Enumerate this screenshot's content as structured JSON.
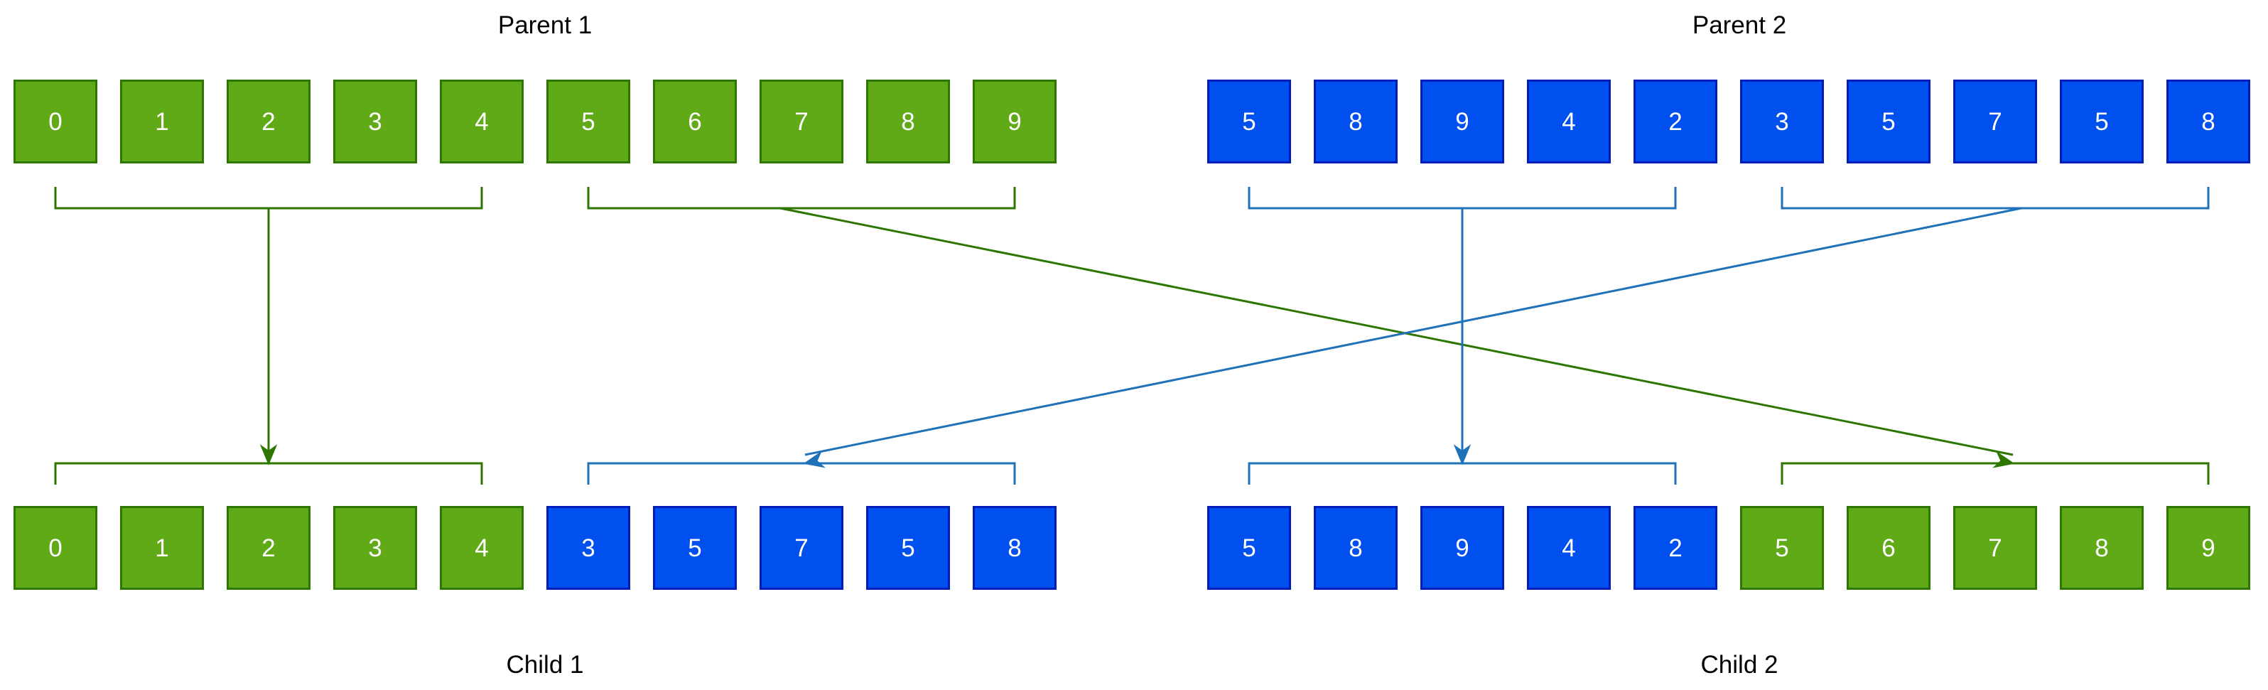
{
  "labels": {
    "parent1": "Parent 1",
    "parent2": "Parent 2",
    "child1": "Child 1",
    "child2": "Child 2"
  },
  "colors": {
    "parent1_fill": "#60a917",
    "parent1_stroke": "#2d7600",
    "parent2_fill": "#0050ef",
    "parent2_stroke": "#001dbc",
    "green_connector": "#2d7600",
    "blue_connector": "#1f72b8"
  },
  "parent1": {
    "genes": [
      {
        "value": "0",
        "origin": "parent1"
      },
      {
        "value": "1",
        "origin": "parent1"
      },
      {
        "value": "2",
        "origin": "parent1"
      },
      {
        "value": "3",
        "origin": "parent1"
      },
      {
        "value": "4",
        "origin": "parent1"
      },
      {
        "value": "5",
        "origin": "parent1"
      },
      {
        "value": "6",
        "origin": "parent1"
      },
      {
        "value": "7",
        "origin": "parent1"
      },
      {
        "value": "8",
        "origin": "parent1"
      },
      {
        "value": "9",
        "origin": "parent1"
      }
    ]
  },
  "parent2": {
    "genes": [
      {
        "value": "5",
        "origin": "parent2"
      },
      {
        "value": "8",
        "origin": "parent2"
      },
      {
        "value": "9",
        "origin": "parent2"
      },
      {
        "value": "4",
        "origin": "parent2"
      },
      {
        "value": "2",
        "origin": "parent2"
      },
      {
        "value": "3",
        "origin": "parent2"
      },
      {
        "value": "5",
        "origin": "parent2"
      },
      {
        "value": "7",
        "origin": "parent2"
      },
      {
        "value": "5",
        "origin": "parent2"
      },
      {
        "value": "8",
        "origin": "parent2"
      }
    ]
  },
  "child1": {
    "genes": [
      {
        "value": "0",
        "origin": "parent1"
      },
      {
        "value": "1",
        "origin": "parent1"
      },
      {
        "value": "2",
        "origin": "parent1"
      },
      {
        "value": "3",
        "origin": "parent1"
      },
      {
        "value": "4",
        "origin": "parent1"
      },
      {
        "value": "3",
        "origin": "parent2"
      },
      {
        "value": "5",
        "origin": "parent2"
      },
      {
        "value": "7",
        "origin": "parent2"
      },
      {
        "value": "5",
        "origin": "parent2"
      },
      {
        "value": "8",
        "origin": "parent2"
      }
    ]
  },
  "child2": {
    "genes": [
      {
        "value": "5",
        "origin": "parent2"
      },
      {
        "value": "8",
        "origin": "parent2"
      },
      {
        "value": "9",
        "origin": "parent2"
      },
      {
        "value": "4",
        "origin": "parent2"
      },
      {
        "value": "2",
        "origin": "parent2"
      },
      {
        "value": "5",
        "origin": "parent1"
      },
      {
        "value": "6",
        "origin": "parent1"
      },
      {
        "value": "7",
        "origin": "parent1"
      },
      {
        "value": "8",
        "origin": "parent1"
      },
      {
        "value": "9",
        "origin": "parent1"
      }
    ]
  },
  "flows": [
    {
      "from": "parent1",
      "from_half": "first",
      "to": "child1",
      "to_half": "first"
    },
    {
      "from": "parent1",
      "from_half": "second",
      "to": "child2",
      "to_half": "second"
    },
    {
      "from": "parent2",
      "from_half": "first",
      "to": "child2",
      "to_half": "first"
    },
    {
      "from": "parent2",
      "from_half": "second",
      "to": "child1",
      "to_half": "second"
    }
  ]
}
